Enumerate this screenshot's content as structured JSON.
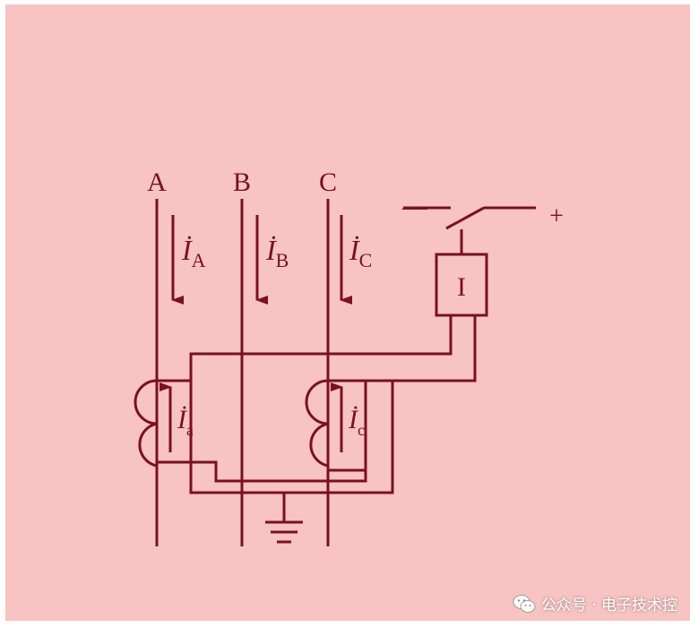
{
  "diagram": {
    "phase_labels": [
      "A",
      "B",
      "C"
    ],
    "current_symbols": {
      "iA": {
        "main": "İ",
        "sub": "A"
      },
      "iB": {
        "main": "İ",
        "sub": "B"
      },
      "iC": {
        "main": "İ",
        "sub": "C"
      },
      "ia": {
        "main": "İ",
        "sub": "a"
      },
      "ic": {
        "main": "İ",
        "sub": "c"
      }
    },
    "relay_label": "I",
    "dc_negative": "—",
    "dc_positive": "+",
    "line_color": "#7a1020",
    "background_color": "#f7c3c3"
  },
  "watermark": {
    "text": "公众号 · 电子技术控",
    "icon": "wechat-icon"
  }
}
